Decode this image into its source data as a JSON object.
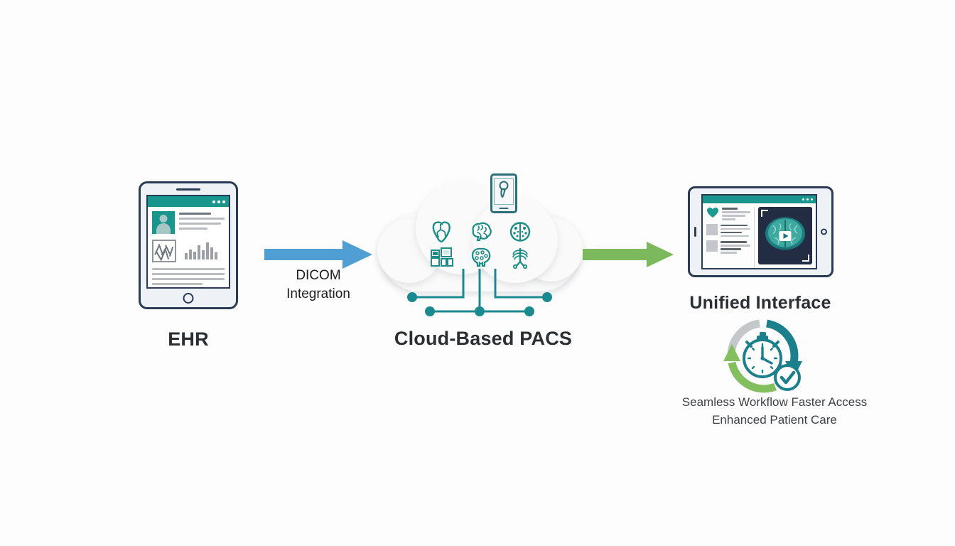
{
  "diagram": {
    "title_text_present": false,
    "background_color": "#fdfdfd",
    "accent_teal": "#18968d",
    "accent_navy": "#2b3a55",
    "accent_blue": "#4f9fd4",
    "accent_green": "#7cb85c",
    "accent_gray": "#c4c8cb"
  },
  "nodes": {
    "ehr": {
      "label": "EHR",
      "device": "tablet",
      "screen": {
        "topbar_dots": 3,
        "avatar": "patient-avatar",
        "chart": "bar-chart",
        "dna_panel": "dna-sequence-panel",
        "bar_heights": [
          9,
          14,
          11,
          20,
          13,
          24,
          17,
          10
        ]
      }
    },
    "pacs": {
      "label": "Cloud-Based PACS",
      "shape": "cloud",
      "modality_icons": [
        "heart-icon",
        "brain-lateral-icon",
        "brain-axial-icon",
        "medical-equipment-icon",
        "brain-scan-icon",
        "ribcage-xray-icon"
      ],
      "phone_badge": "mobile-search-icon",
      "network_nodes": 5
    },
    "unified": {
      "label": "Unified Interface",
      "device": "tablet",
      "screen": {
        "topbar_dots": 3,
        "favorite_icon": "heart-icon",
        "thumbnails": 2,
        "viewer": "brain-scan-viewer",
        "play_button": "play-icon",
        "corner_markers": 2
      }
    }
  },
  "connectors": [
    {
      "name": "dicom-integration-arrow",
      "caption_line1": "DICOM",
      "caption_line2": "Integration",
      "color": "#4f9fd4",
      "from": "EHR",
      "to": "Cloud-Based PACS"
    },
    {
      "name": "delivery-arrow",
      "caption_line1": "",
      "caption_line2": "",
      "color": "#7cb85c",
      "from": "Cloud-Based PACS",
      "to": "Unified Interface"
    }
  ],
  "benefits": {
    "badge_icons": [
      "stopwatch-icon",
      "cycle-arrows-icon",
      "check-circle-icon"
    ],
    "line1": "Seamless Workflow Faster Access",
    "line2": "Enhanced Patient Care"
  }
}
